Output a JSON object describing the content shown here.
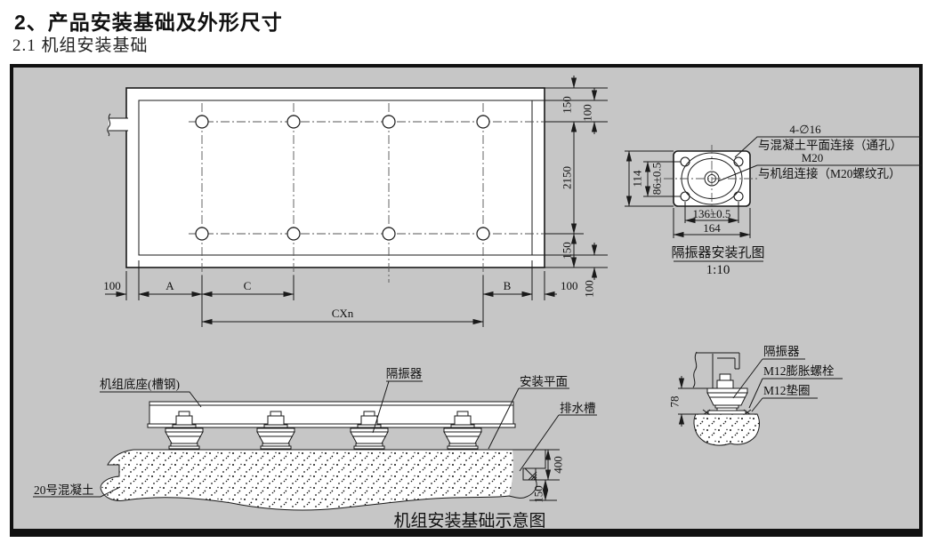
{
  "page": {
    "title": "2、产品安装基础及外形尺寸",
    "subtitle": "2.1 机组安装基础"
  },
  "colors": {
    "frame_bg": "#c6c6c6",
    "line": "#1a1a1a"
  },
  "plan": {
    "dims": {
      "left_100": "100",
      "a": "A",
      "c": "C",
      "b": "B",
      "right_100": "100",
      "cxn": "CXn",
      "top_150": "150",
      "top_100": "100",
      "mid_2150": "2150",
      "bot_150": "150",
      "corner_100": "100"
    }
  },
  "flange": {
    "dims": {
      "d114": "114",
      "d86": "86±0.5",
      "d136": "136±0.5",
      "d164": "164"
    },
    "labels": {
      "holes": "4-∅16",
      "concrete_conn": "与混凝土平面连接（通孔）",
      "m20": "M20",
      "unit_conn": "与机组连接（M20螺纹孔）"
    },
    "caption": "隔振器安装孔图",
    "scale": "1:10"
  },
  "elevation": {
    "labels": {
      "base": "机组底座(槽钢)",
      "isolator": "隔振器",
      "plane": "安装平面",
      "drain": "排水槽",
      "concrete": "20号混凝土"
    },
    "dims": {
      "d400": "400",
      "d150": "150"
    },
    "caption": "机组安装基础示意图"
  },
  "detail": {
    "labels": {
      "isolator": "隔振器",
      "bolt": "M12膨胀螺栓",
      "washer": "M12垫圈"
    },
    "dims": {
      "d78": "78"
    }
  }
}
